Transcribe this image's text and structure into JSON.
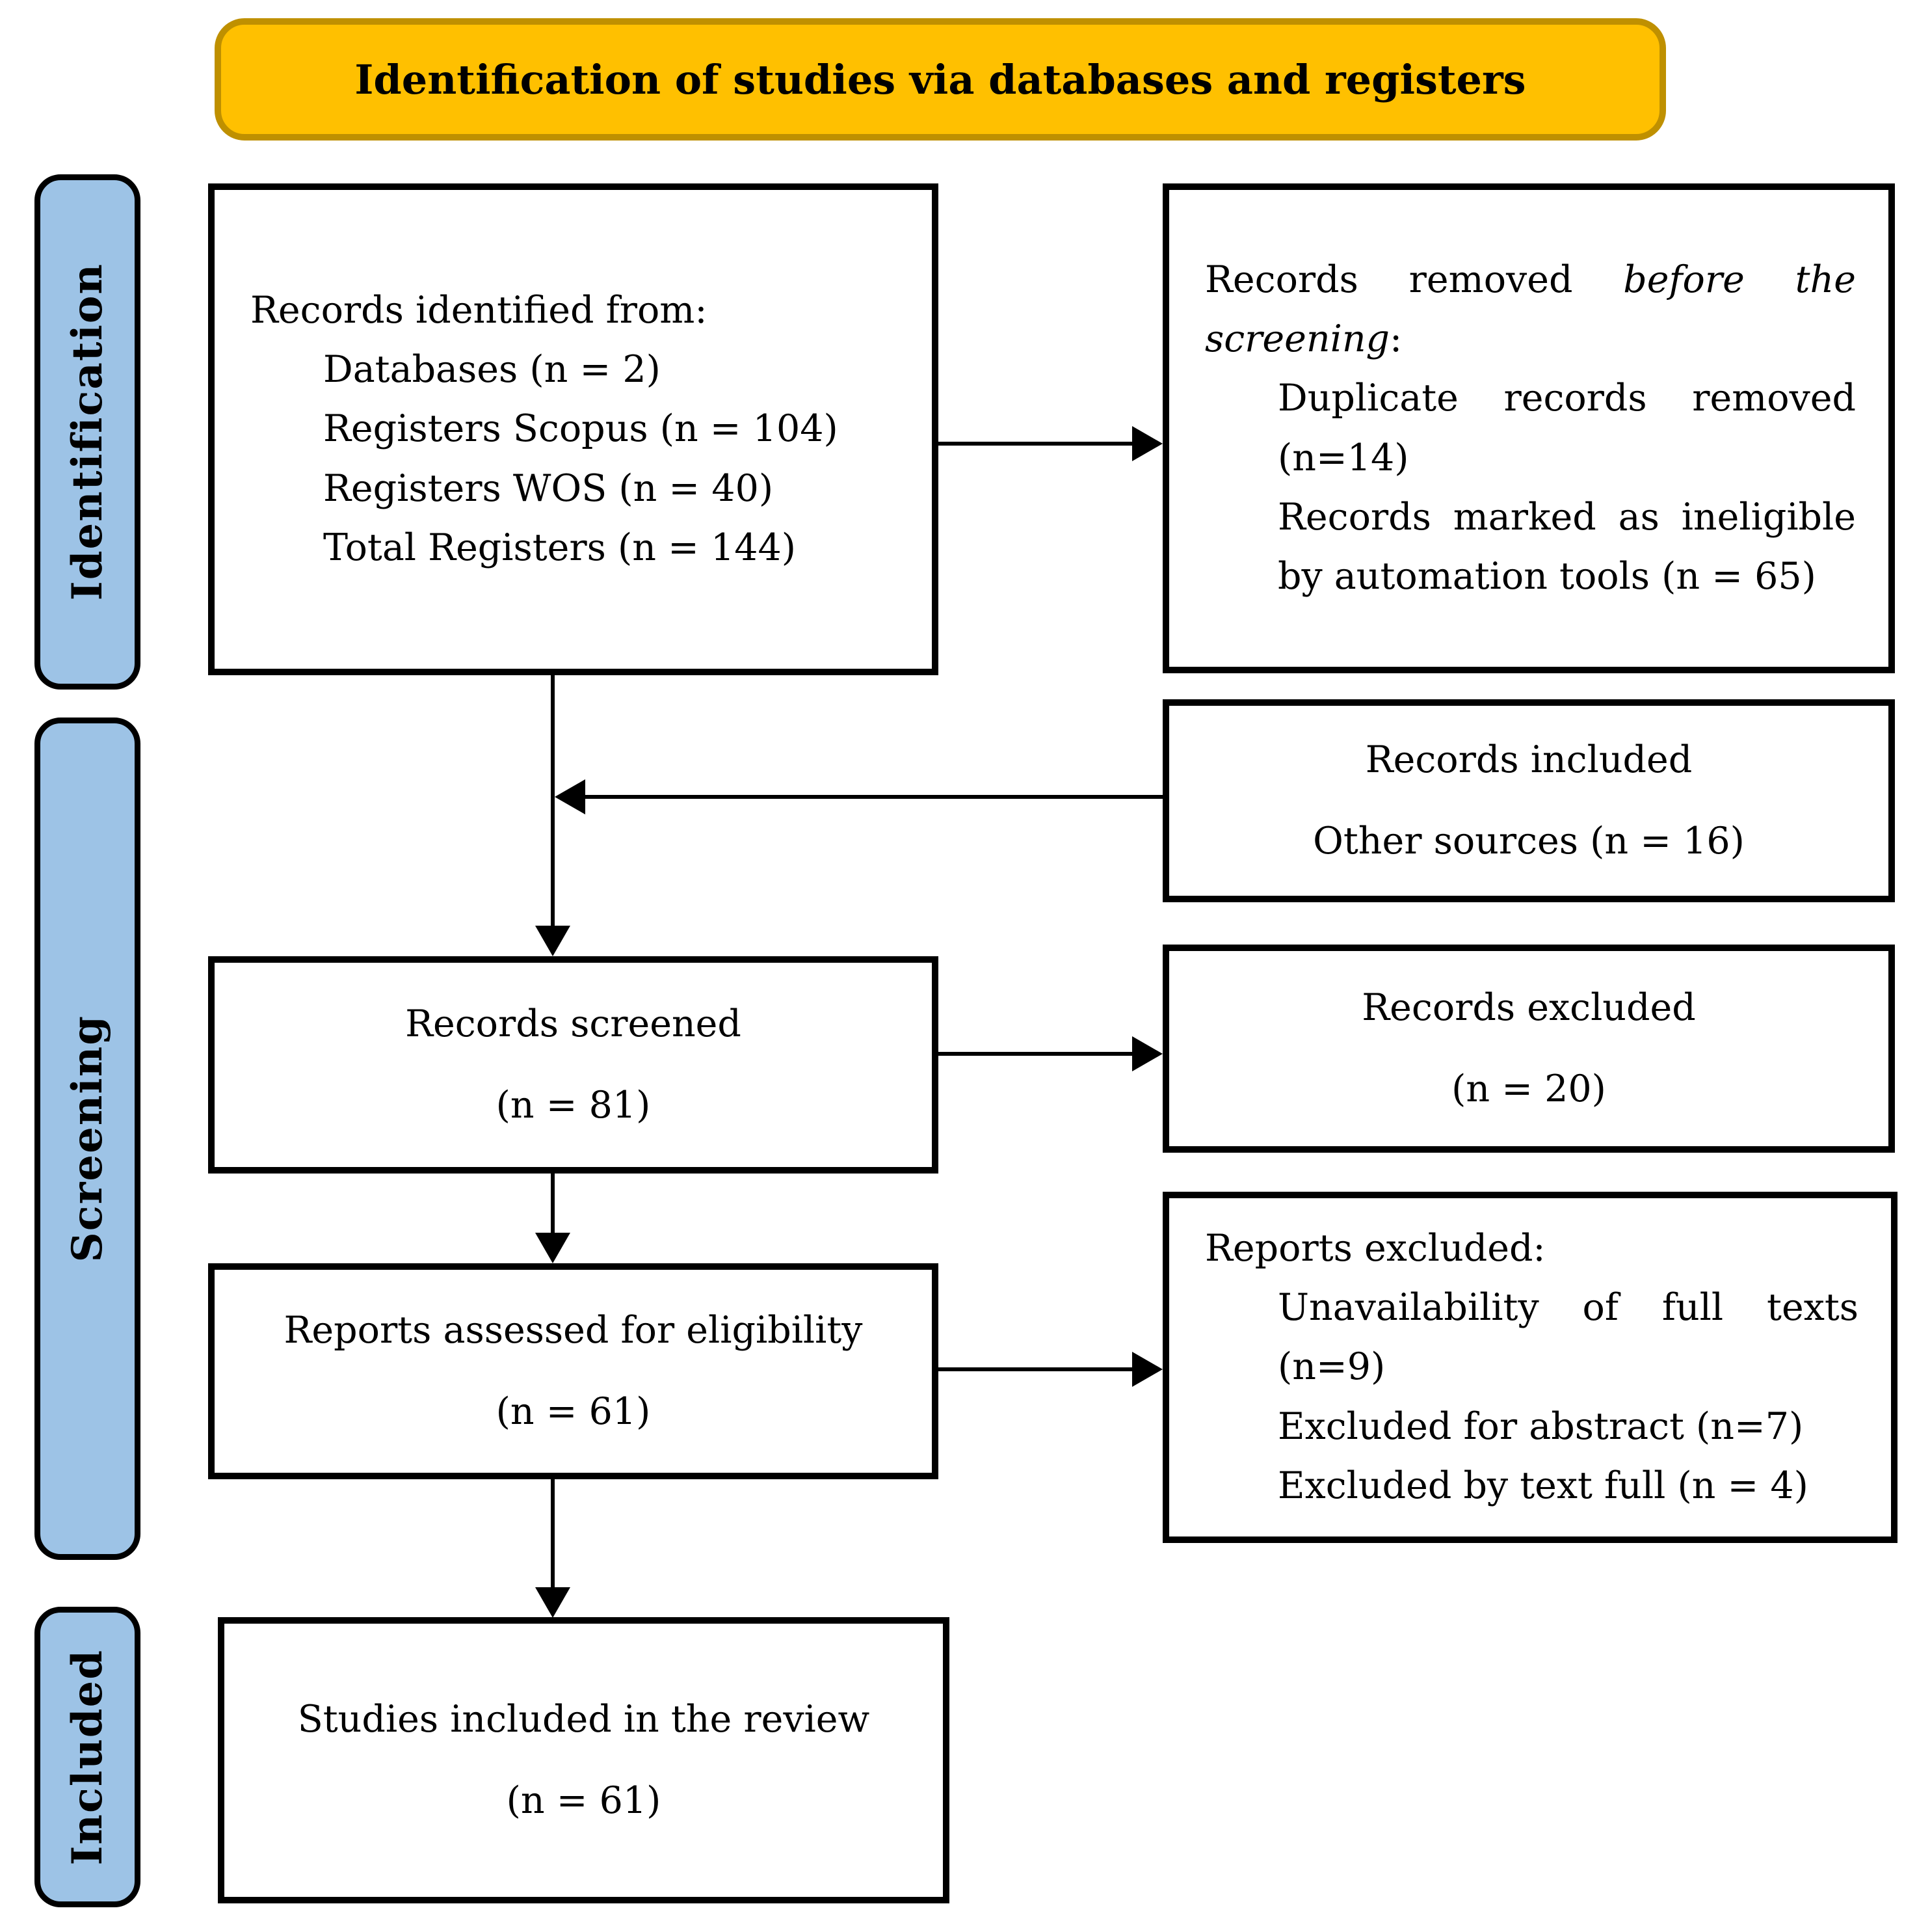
{
  "banner": {
    "title": "Identification of studies via databases and registers"
  },
  "sidebar": {
    "identification": "Identification",
    "screening": "Screening",
    "included": "Included"
  },
  "boxes": {
    "records_identified": {
      "header": "Records identified from:",
      "items": [
        "Databases (n = 2)",
        "Registers Scopus (n = 104)",
        "Registers WOS (n = 40)",
        "Total Registers (n = 144)"
      ]
    },
    "records_removed": {
      "header_prefix": "Records removed ",
      "header_italic": "before the screening",
      "header_suffix": ":",
      "items": [
        "Duplicate records removed (n=14)",
        "Records marked as ineligible by automation tools (n = 65)"
      ]
    },
    "records_included_other": {
      "line1": "Records included",
      "line2": "Other sources (n = 16)"
    },
    "records_screened": {
      "line1": "Records screened",
      "line2": "(n = 81)"
    },
    "records_excluded": {
      "line1": "Records excluded",
      "line2": "(n = 20)"
    },
    "reports_assessed": {
      "line1": "Reports assessed for eligibility",
      "line2": "(n = 61)"
    },
    "reports_excluded": {
      "header": "Reports excluded:",
      "items": [
        "Unavailability of full texts (n=9)",
        "Excluded for abstract (n=7)",
        "Excluded by text full (n = 4)"
      ]
    },
    "studies_included": {
      "line1": "Studies included in the review",
      "line2": "(n = 61)"
    }
  },
  "colors": {
    "background": "#FFFFFF",
    "text": "#000000",
    "banner_fill": "#FFC000",
    "banner_border": "#BF9000",
    "stage_fill": "#9DC3E6",
    "stage_border": "#000000",
    "box_border": "#000000"
  }
}
